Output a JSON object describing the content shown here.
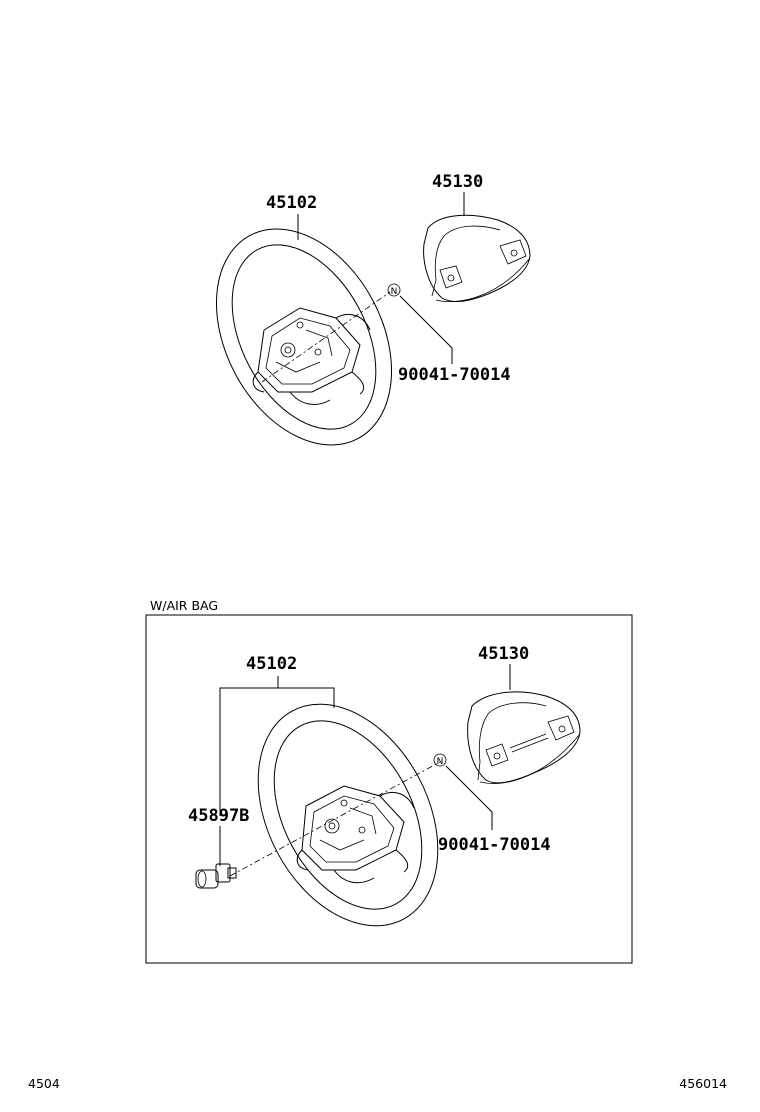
{
  "upper_assembly": {
    "wheel_part": "45102",
    "pad_part": "45130",
    "nut_marker": "N",
    "nut_part": "90041-70014"
  },
  "airbag_assembly": {
    "label": "W/AIR BAG",
    "wheel_part": "45102",
    "pad_part": "45130",
    "nut_marker": "N",
    "nut_part": "90041-70014",
    "plug_part": "45897B"
  },
  "footer": {
    "left_code": "4504",
    "right_code": "456014"
  }
}
